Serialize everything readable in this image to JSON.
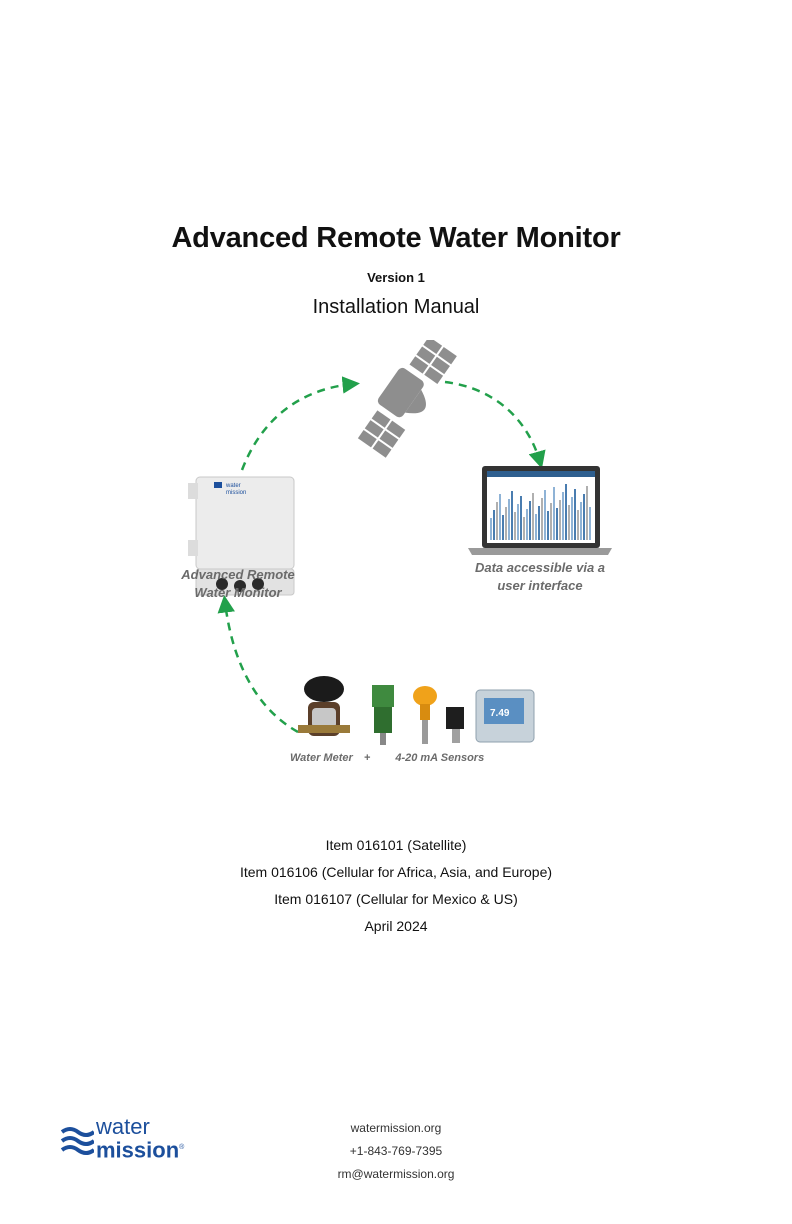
{
  "header": {
    "title": "Advanced Remote Water Monitor",
    "version": "Version 1",
    "subtitle": "Installation Manual"
  },
  "diagram": {
    "monitor_caption_line1": "Advanced Remote",
    "monitor_caption_line2": "Water Monitor",
    "laptop_caption_line1": "Data accessible via a",
    "laptop_caption_line2": "user interface",
    "sensors_caption_meter": "Water Meter",
    "sensors_caption_plus": "+",
    "sensors_caption_sensors": "4-20 mA Sensors",
    "monitor_logo_line1": "water",
    "monitor_logo_line2": "mission",
    "pressure_reading": "7.49",
    "arrow_color": "#22a04b"
  },
  "items": [
    "Item 016101 (Satellite)",
    "Item 016106 (Cellular for Africa, Asia, and Europe)",
    "Item 016107 (Cellular for Mexico & US)",
    "April 2024"
  ],
  "footer": {
    "website": "watermission.org",
    "phone": "+1-843-769-7395",
    "email": "rm@watermission.org"
  },
  "logo": {
    "line1": "water",
    "line2": "mission",
    "registered": "®",
    "color": "#1c4f9c"
  }
}
